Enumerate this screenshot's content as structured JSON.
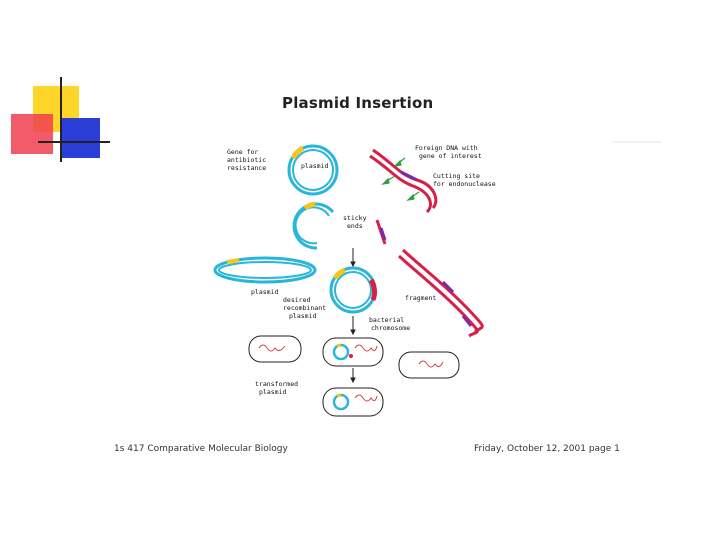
{
  "slide": {
    "title": "Plasmid Insertion",
    "footer_left": "1s 417 Comparative Molecular Biology",
    "footer_right": "Friday, October 12, 2001 page 1"
  },
  "figure": {
    "labels": {
      "gene_for_antibiotic": [
        "Gene for",
        "antibiotic",
        "resistance"
      ],
      "plasmid": "plasmid",
      "foreign_dna": [
        "Foreign DNA with",
        "gene of interest"
      ],
      "sticky_ends": [
        "sticky",
        "ends"
      ],
      "cutting_site": [
        "Cutting site",
        "for endonuclease"
      ],
      "plasmid_cut": "plasmid",
      "desired_recombinant": [
        "desired",
        "recombinant",
        "plasmid"
      ],
      "bacterial_chromosome": [
        "bacterial",
        "chromosome"
      ],
      "fragment": "fragment",
      "transformed_plasmid": [
        "transformed",
        "plasmid"
      ]
    }
  },
  "colors": {
    "plasmid_blue": "#29b6d8",
    "foreign_dna_red": "#d81f47",
    "foreign_dna_purple": "#7a2aa8",
    "antibiotic_gene_yellow": "#f5c518",
    "arrow_green": "#2e9e3a",
    "deco_yellow": "#ffd52a",
    "deco_red": "#f04050",
    "deco_blue": "#2b3fd6"
  }
}
